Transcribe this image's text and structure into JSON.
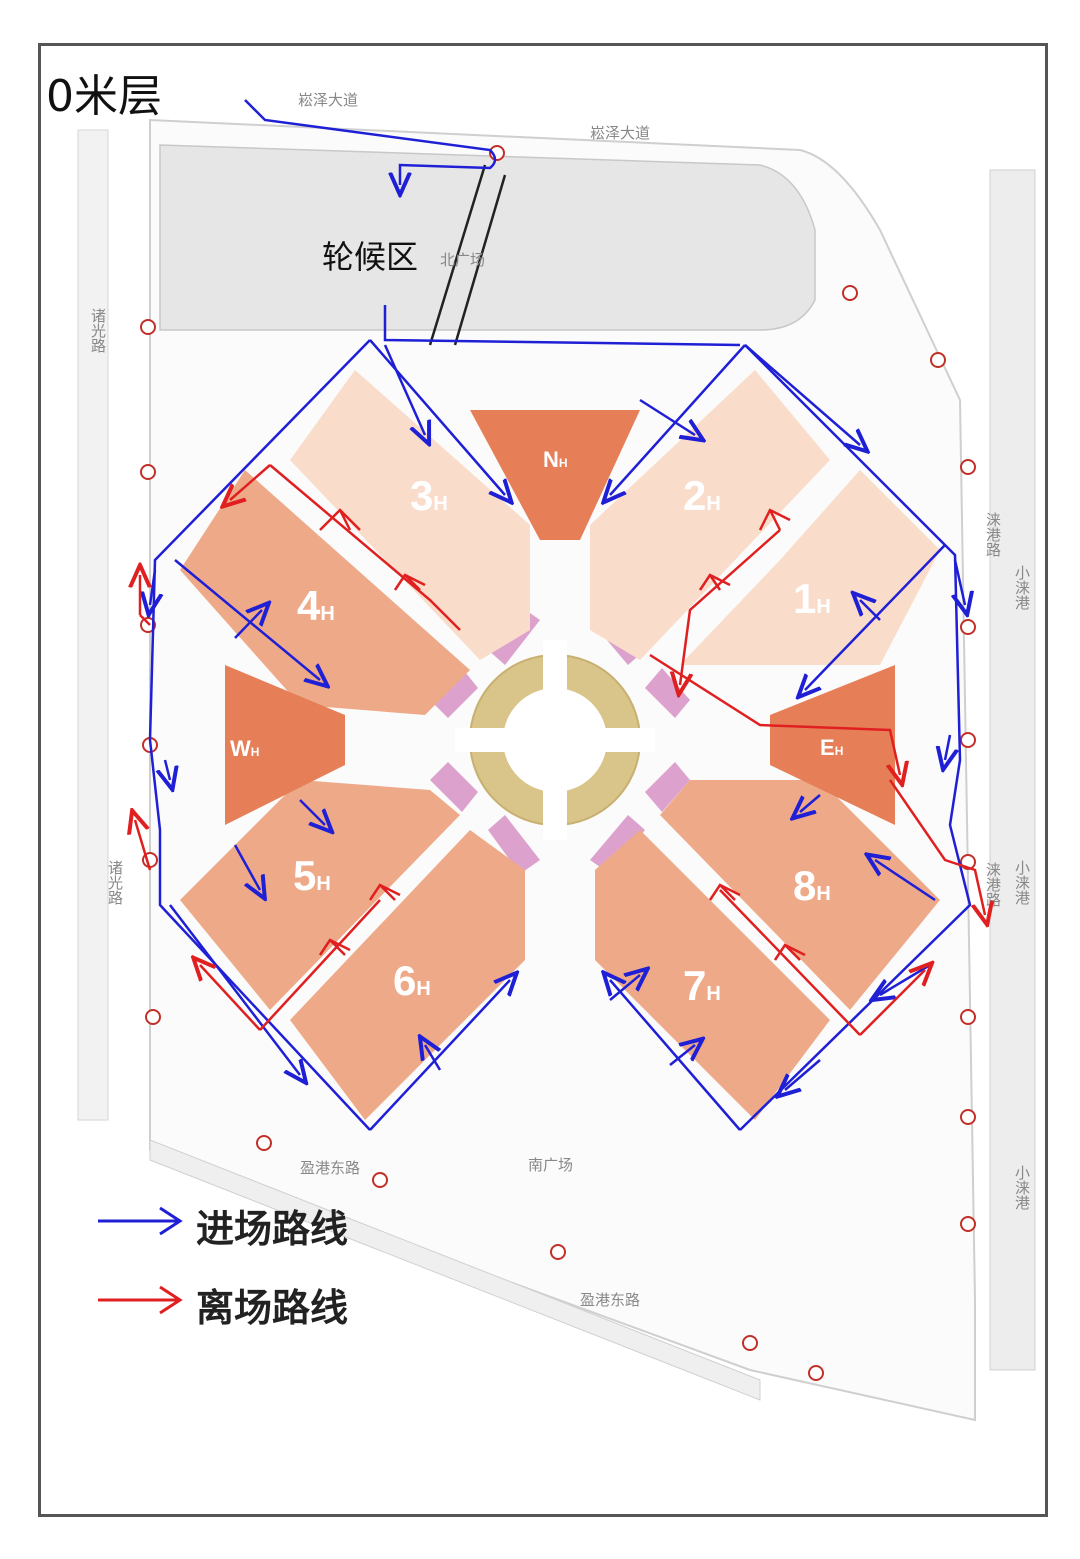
{
  "map": {
    "title": "0米层",
    "waiting_zone": "轮候区",
    "halls": [
      {
        "id": "3",
        "sub": "H",
        "tone": "light"
      },
      {
        "id": "2",
        "sub": "H",
        "tone": "light"
      },
      {
        "id": "1",
        "sub": "H",
        "tone": "light"
      },
      {
        "id": "4",
        "sub": "H",
        "tone": "medium"
      },
      {
        "id": "5",
        "sub": "H",
        "tone": "medium"
      },
      {
        "id": "6",
        "sub": "H",
        "tone": "medium"
      },
      {
        "id": "7",
        "sub": "H",
        "tone": "medium"
      },
      {
        "id": "8",
        "sub": "H",
        "tone": "medium"
      },
      {
        "id": "N",
        "sub": "H",
        "tone": "dark"
      },
      {
        "id": "W",
        "sub": "H",
        "tone": "dark"
      },
      {
        "id": "E",
        "sub": "H",
        "tone": "dark"
      }
    ],
    "roads": {
      "north_top": "崧泽大道",
      "north_top2": "崧泽大道",
      "north_plaza": "北广场",
      "west": "诸光路",
      "west2": "诸光路",
      "east": "涞港路",
      "east2": "涞港路",
      "east_far": "小涞港",
      "east_far2": "小涞港",
      "east_far3": "小涞港",
      "south": "盈港东路",
      "south2": "盈港东路",
      "south_plaza": "南广场"
    },
    "colors": {
      "entry_route": "#1f1fd6",
      "exit_route": "#e02020",
      "hall_light": "#fadccb",
      "hall_medium": "#eeaa88",
      "hall_dark": "#e67f57",
      "corridor": "#dca2cd",
      "center_ring": "#d9c48a"
    }
  },
  "legend": {
    "entry_label": "进场路线",
    "exit_label": "离场路线"
  }
}
